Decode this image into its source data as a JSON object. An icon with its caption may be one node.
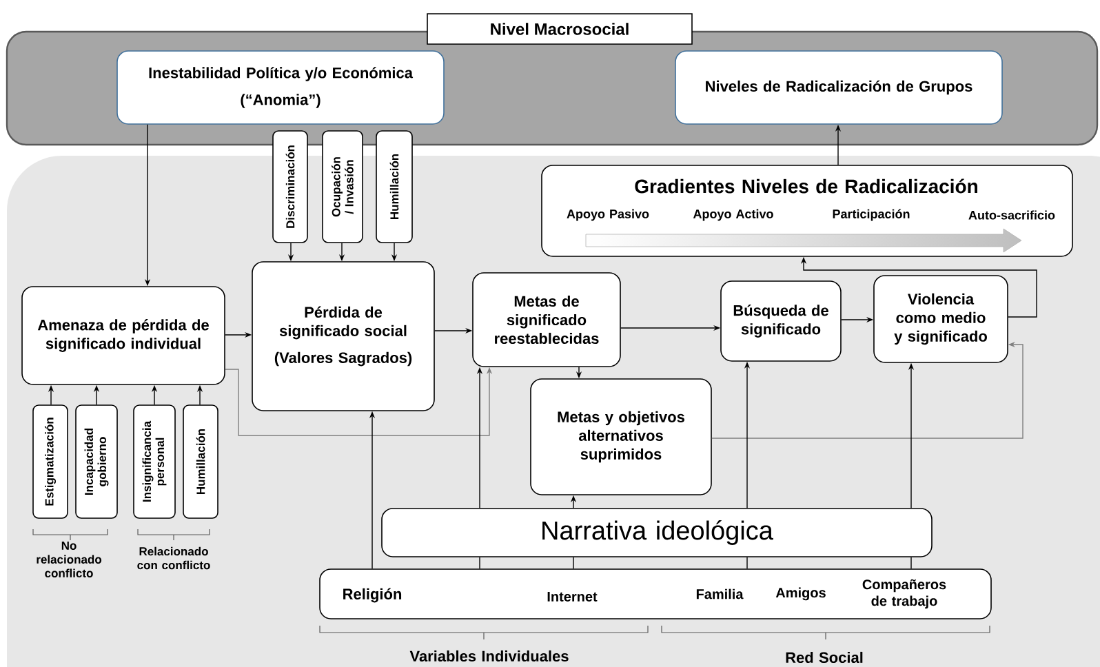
{
  "diagram": {
    "nodes": [
      {
        "text": [
          "Nivel Macrosocial"
        ]
      },
      {
        "text": [
          "Inestabilidad Política y/o Económica",
          "(“Anomia”)"
        ],
        "in": 0
      },
      {
        "text": [
          "Niveles de Radicalización de Grupos"
        ],
        "in": 0
      },
      {
        "text": [],
        "shape": "box"
      },
      {
        "text": [
          "Gradientes Niveles de Radicalización",
          "Apoyo Pasivo",
          "Apoyo Activo",
          "Participación",
          "Auto-sacrificio"
        ],
        "in": 3
      },
      {
        "text": [
          "Discriminación"
        ]
      },
      {
        "text": [
          "Ocupación / Invasión"
        ]
      },
      {
        "text": [
          "Humillación"
        ]
      },
      {
        "text": [
          "Amenaza de pérdida de significado individual"
        ],
        "in": 3
      },
      {
        "text": [
          "Pérdida de significado social",
          "(Valores Sagrados)"
        ],
        "in": 3
      },
      {
        "text": [
          "Metas de significado reestablecidas"
        ],
        "in": 3
      },
      {
        "text": [
          "Búsqueda de significado"
        ],
        "in": 3
      },
      {
        "text": [
          "Violencia como medio y significado"
        ],
        "in": 3
      },
      {
        "text": [
          "Metas y objetivos alternativos suprimidos"
        ],
        "in": 3
      },
      {
        "text": [
          "Estigmatización"
        ],
        "in": 3
      },
      {
        "text": [
          "Incapacidad gobierno"
        ],
        "in": 3
      },
      {
        "text": [
          "Insignificancia personal"
        ],
        "in": 3
      },
      {
        "text": [
          "Humillación"
        ],
        "in": 3
      },
      {
        "text": [
          "Narrativa ideológica"
        ],
        "in": 3
      },
      {
        "text": [
          "Religión",
          "Internet",
          "Familia",
          "Amigos",
          "Compañeros de trabajo"
        ],
        "in": 3
      }
    ],
    "edges": [
      {
        "from": 1,
        "to": 8,
        "arrow": "to"
      },
      {
        "from": 5,
        "to": 9,
        "arrow": "to"
      },
      {
        "from": 6,
        "to": 9,
        "arrow": "to"
      },
      {
        "from": 7,
        "to": 9,
        "arrow": "to"
      },
      {
        "from": 8,
        "to": 9,
        "arrow": "to"
      },
      {
        "from": 9,
        "to": 10,
        "arrow": "to"
      },
      {
        "from": 10,
        "to": 11,
        "arrow": "to"
      },
      {
        "from": 11,
        "to": 12,
        "arrow": "to"
      },
      {
        "from": 12,
        "to": 4,
        "arrow": "to"
      },
      {
        "from": 4,
        "to": 2,
        "arrow": "to"
      },
      {
        "from": 10,
        "to": 13,
        "arrow": "to"
      },
      {
        "from": 14,
        "to": 8,
        "arrow": "to"
      },
      {
        "from": 15,
        "to": 8,
        "arrow": "to"
      },
      {
        "from": 16,
        "to": 8,
        "arrow": "to"
      },
      {
        "from": 17,
        "to": 8,
        "arrow": "to"
      },
      {
        "from": 8,
        "to": 10,
        "arrow": "to",
        "color": "#808080"
      },
      {
        "from": 13,
        "to": 12,
        "arrow": "to",
        "color": "#808080"
      },
      {
        "from": 19,
        "to": 9,
        "arrow": "to"
      },
      {
        "from": 18,
        "to": 10,
        "arrow": "to"
      },
      {
        "from": 18,
        "to": 13,
        "arrow": "to"
      },
      {
        "from": 18,
        "to": 11,
        "arrow": "to"
      },
      {
        "from": 18,
        "to": 12,
        "arrow": "to"
      },
      {
        "from": 19,
        "to": 18,
        "arrow": "none"
      },
      {
        "from": 19,
        "to": 18,
        "arrow": "none"
      },
      {
        "from": 19,
        "to": 18,
        "arrow": "none"
      },
      {
        "from": 19,
        "to": 18,
        "arrow": "none"
      }
    ],
    "labels": [
      "No relacionado conflicto",
      "Relacionado con conflicto",
      "Variables Individuales",
      "Red Social"
    ]
  }
}
